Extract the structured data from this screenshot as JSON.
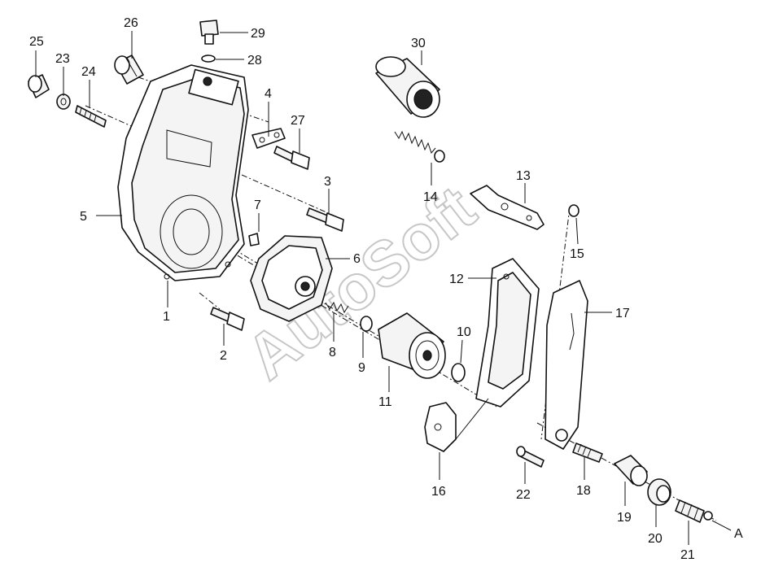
{
  "watermark": "AutoSoft",
  "callouts": {
    "c1": "1",
    "c2": "2",
    "c3": "3",
    "c4": "4",
    "c5": "5",
    "c6": "6",
    "c7": "7",
    "c8": "8",
    "c9": "9",
    "c10": "10",
    "c11": "11",
    "c12": "12",
    "c13": "13",
    "c14": "14",
    "c15": "15",
    "c16": "16",
    "c17": "17",
    "c18": "18",
    "c19": "19",
    "c20": "20",
    "c21": "21",
    "c22": "22",
    "c23": "23",
    "c24": "24",
    "c25": "25",
    "c26": "26",
    "c27": "27",
    "c28": "28",
    "c29": "29",
    "c30": "30",
    "cA": "A"
  }
}
